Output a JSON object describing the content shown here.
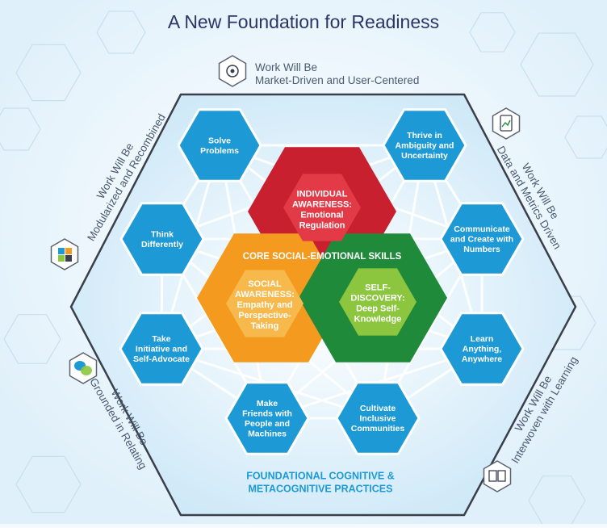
{
  "title": "A New Foundation for Readiness",
  "trends": {
    "top": [
      "Work Will Be",
      "Market-Driven and User-Centered"
    ],
    "upper_left": [
      "Work Will Be",
      "Modularized and Recombined"
    ],
    "upper_right": [
      "Work Will Be",
      "Data and Metrics Driven"
    ],
    "lower_left": [
      "Work Will Be",
      "Grounded in Relating"
    ],
    "lower_right": [
      "Work Will Be",
      "Interwoven with Learning"
    ]
  },
  "skills": [
    {
      "lines": [
        "Solve",
        "Problems"
      ]
    },
    {
      "lines": [
        "Thrive in",
        "Ambiguity and",
        "Uncertainty"
      ]
    },
    {
      "lines": [
        "Think",
        "Differently"
      ]
    },
    {
      "lines": [
        "Communicate",
        "and Create with",
        "Numbers"
      ]
    },
    {
      "lines": [
        "Take",
        "Initiative and",
        "Self-Advocate"
      ]
    },
    {
      "lines": [
        "Learn",
        "Anything,",
        "Anywhere"
      ]
    },
    {
      "lines": [
        "Make",
        "Friends with",
        "People and",
        "Machines"
      ]
    },
    {
      "lines": [
        "Cultivate",
        "Inclusive",
        "Communities"
      ]
    }
  ],
  "core": {
    "heading": "CORE SOCIAL-EMOTIONAL SKILLS",
    "individual": [
      "INDIVIDUAL",
      "AWARENESS:",
      "Emotional",
      "Regulation"
    ],
    "social": [
      "SOCIAL",
      "AWARENESS:",
      "Empathy and",
      "Perspective-",
      "Taking"
    ],
    "self": [
      "SELF-",
      "DISCOVERY:",
      "Deep Self-",
      "Knowledge"
    ]
  },
  "foundation": [
    "FOUNDATIONAL COGNITIVE &",
    "METACOGNITIVE PRACTICES"
  ],
  "colors": {
    "title": "#2b3566",
    "skill_hex": "#1d9ad6",
    "red": "#c8202f",
    "orange": "#f39a1f",
    "green": "#1f8a3a",
    "foundation_text": "#1d9ad6",
    "outline": "#3a3f4a"
  },
  "icons": [
    "target-icon",
    "clipboard-chart-icon",
    "puzzle-icon",
    "speech-bubbles-icon",
    "book-icon"
  ]
}
